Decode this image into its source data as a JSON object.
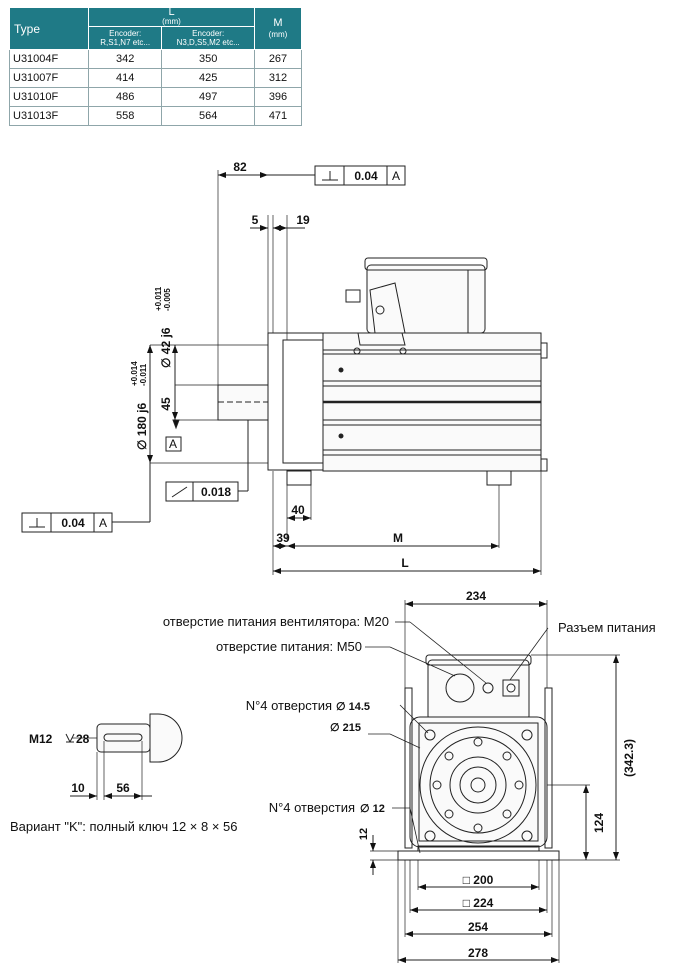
{
  "table": {
    "col_type": "Type",
    "col_l": "L",
    "col_l_unit": "(mm)",
    "col_m": "M",
    "col_m_unit": "(mm)",
    "enc1_l1": "Encoder:",
    "enc1_l2": "R,S1,N7 etc...",
    "enc2_l1": "Encoder:",
    "enc2_l2": "N3,D,S5,M2 etc...",
    "rows": [
      {
        "type": "U31004F",
        "l1": "342",
        "l2": "350",
        "m": "267"
      },
      {
        "type": "U31007F",
        "l1": "414",
        "l2": "425",
        "m": "312"
      },
      {
        "type": "U31010F",
        "l1": "486",
        "l2": "497",
        "m": "396"
      },
      {
        "type": "U31013F",
        "l1": "558",
        "l2": "564",
        "m": "471"
      }
    ]
  },
  "side": {
    "d82": "82",
    "d5": "5",
    "d19": "19",
    "d45": "45",
    "d40": "40",
    "d39": "39",
    "dM": "M",
    "dL": "L",
    "shaft_dia": "∅ 42 j6",
    "shaft_tol_up": "+0.011",
    "shaft_tol_dn": "-0.005",
    "pilot_dia": "∅ 180 j6",
    "pilot_tol_up": "+0.014",
    "pilot_tol_dn": "-0.011",
    "datum": "A",
    "tol_top_value": "0.04",
    "tol_top_ref": "A",
    "tol_left_value": "0.04",
    "tol_left_ref": "A",
    "runout_value": "0.018"
  },
  "front": {
    "fan_hole": "отверстие питания вентилятора: M20",
    "power_hole": "отверстие питания: M50",
    "power_conn": "Разъем питания",
    "holes_145": "N°4 отверстия",
    "holes_145_dia": "∅ 14.5",
    "pcd": "∅ 215",
    "holes_12": "N°4 отверстия",
    "holes_12_dia": "∅ 12",
    "d234": "234",
    "d342": "(342.3)",
    "d124": "124",
    "d12": "12",
    "d200": "□ 200",
    "d224": "□ 224",
    "d254": "254",
    "d278": "278"
  },
  "key": {
    "m12": "M12",
    "depth": "28",
    "d10": "10",
    "d56": "56",
    "caption": "Вариант \"K\": полный ключ 12 × 8 × 56"
  }
}
